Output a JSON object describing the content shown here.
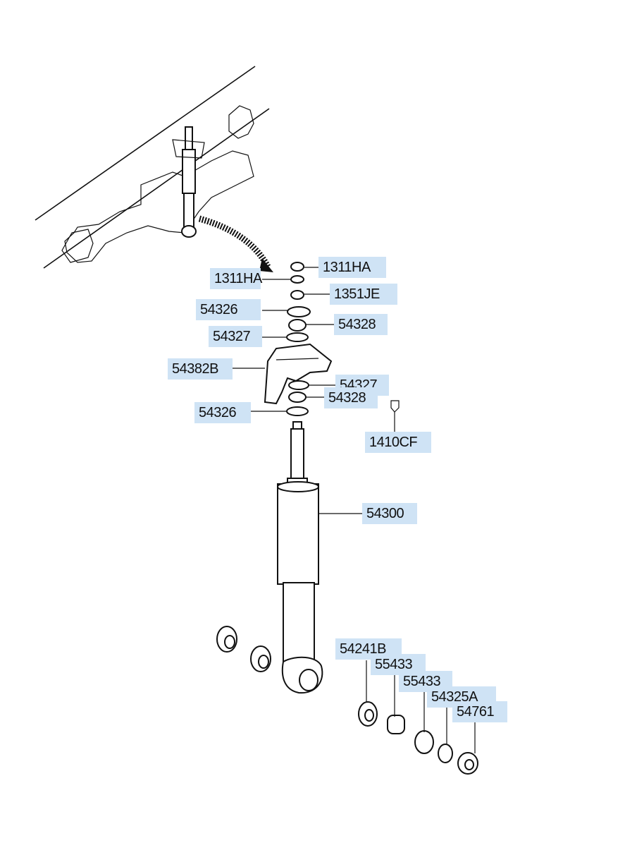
{
  "colors": {
    "label_bg": "#cfe3f5",
    "ink": "#111111"
  },
  "labels": {
    "l1311ha_top": "1311HA",
    "l1311ha_left": "1311HA",
    "l1351je": "1351JE",
    "l54326_top": "54326",
    "l54328_top": "54328",
    "l54327_top": "54327",
    "l54382b": "54382B",
    "l54327_mid": "54327",
    "l54328_mid": "54328",
    "l54326_low": "54326",
    "l1410cf": "1410CF",
    "l54300": "54300",
    "l54241b": "54241B",
    "l55433_a": "55433",
    "l55433_b": "55433",
    "l54325a": "54325A",
    "l54761": "54761"
  }
}
